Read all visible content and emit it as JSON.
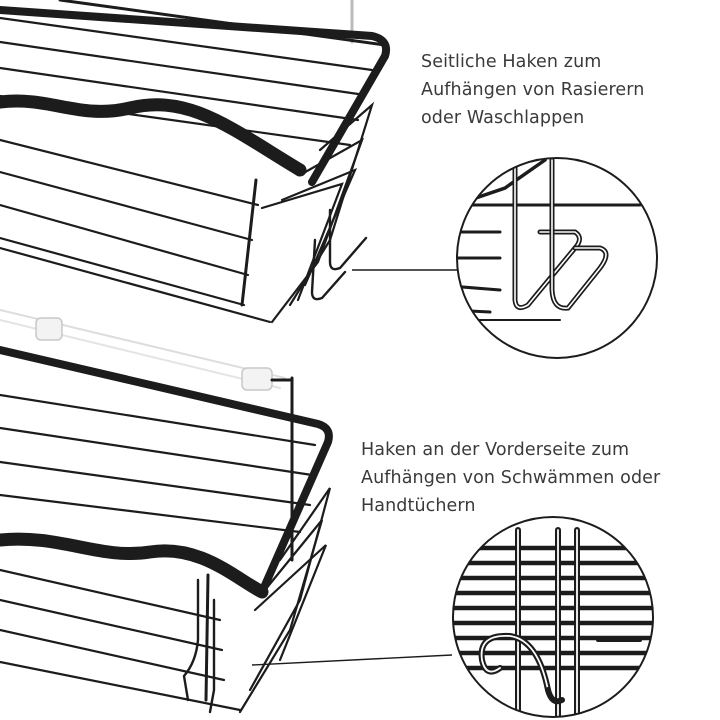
{
  "captions": {
    "side_hooks": {
      "line1": "Seitliche Haken zum",
      "line2": "Aufhängen von Rasierern",
      "line3": "oder Waschlappen"
    },
    "front_hooks": {
      "line1": "Haken an der Vorderseite zum",
      "line2": "Aufhängen von Schwämmen oder",
      "line3": "Handtüchern"
    }
  },
  "colors": {
    "text": "#3a3a3a",
    "metal": "#1c1c1c",
    "background": "#ffffff"
  }
}
